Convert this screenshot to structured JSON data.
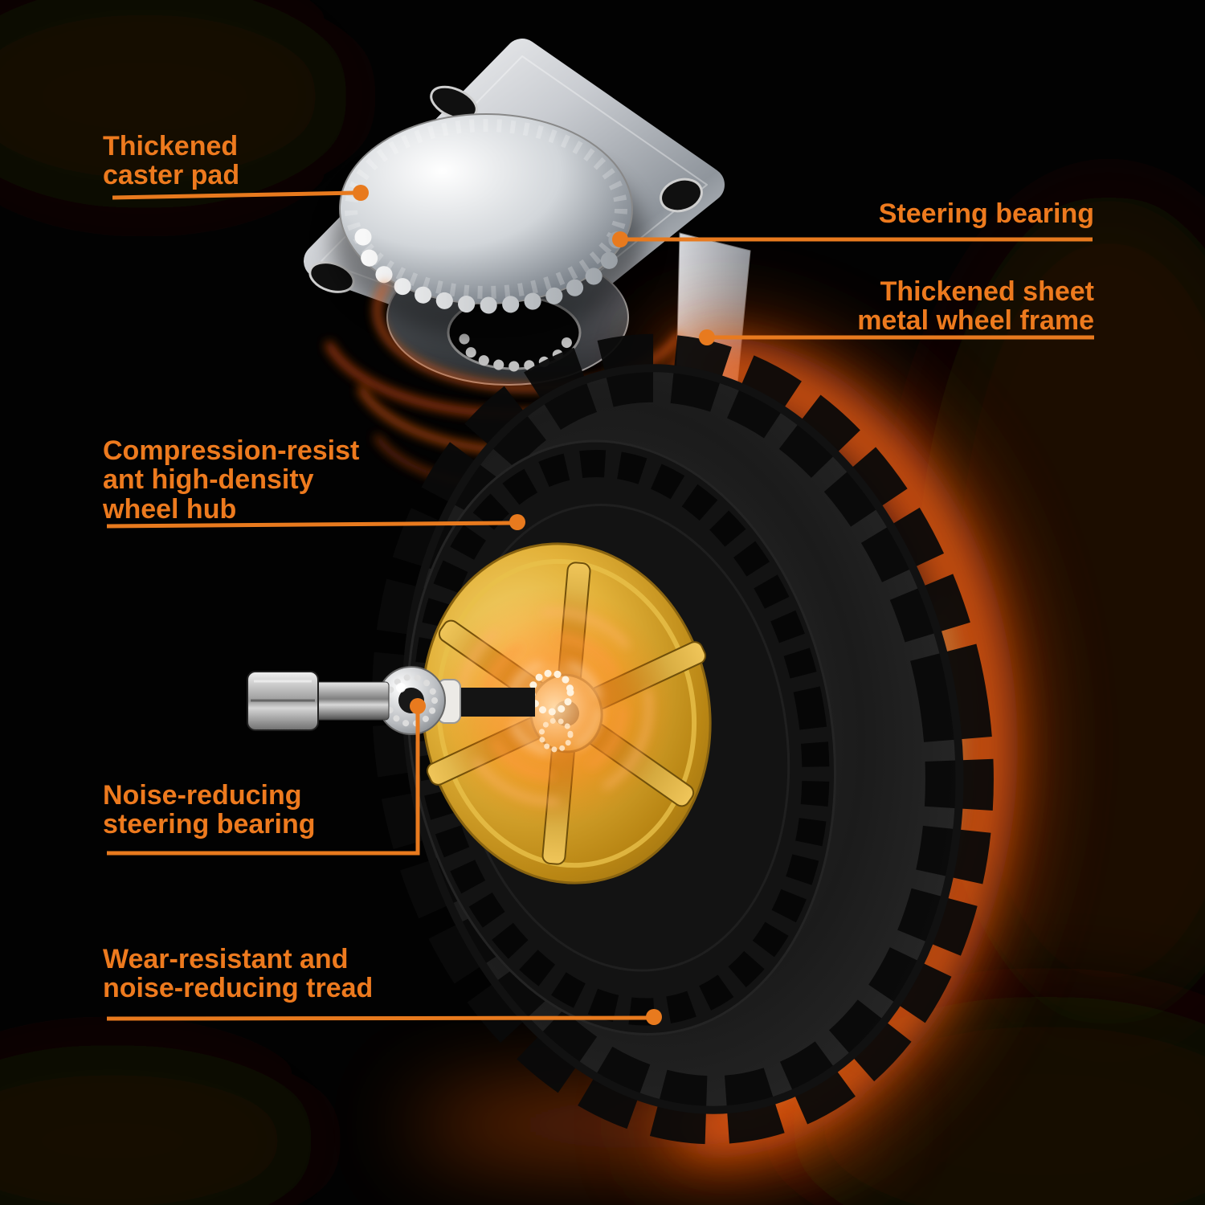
{
  "page": {
    "background_color": "#000000",
    "accent_color": "#ED7A1E",
    "leader_line_color": "#E87A1E",
    "hub_color": "#D9A520",
    "glow_color": "#FF6812"
  },
  "callouts": [
    {
      "lines": [
        "Thickened",
        "caster pad"
      ]
    },
    {
      "lines": [
        "Steering bearing"
      ]
    },
    {
      "lines": [
        "Thickened sheet",
        "metal wheel frame"
      ]
    },
    {
      "lines": [
        "Compression-resist",
        "ant high-density",
        "wheel hub"
      ]
    },
    {
      "lines": [
        "Noise-reducing",
        "steering bearing"
      ]
    },
    {
      "lines": [
        "Wear-resistant and",
        "noise-reducing tread"
      ]
    }
  ]
}
